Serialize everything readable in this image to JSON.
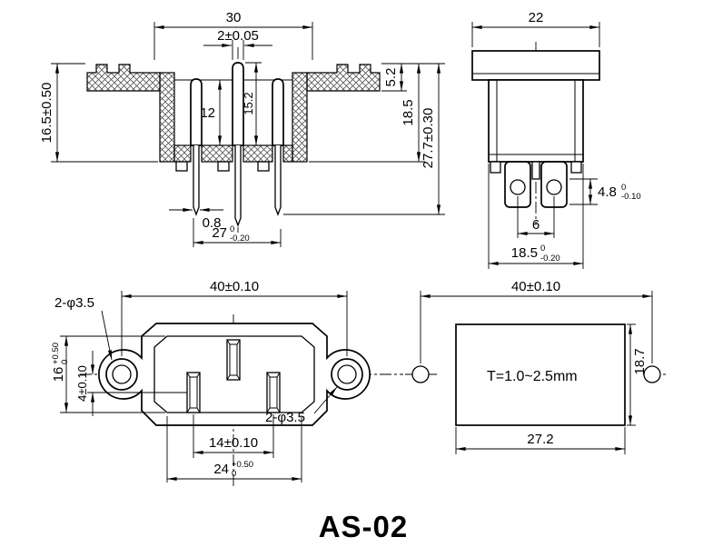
{
  "title": "AS-02",
  "side_section": {
    "d_width_top": "30",
    "d_pin_width": "2±0.05",
    "d_height_left": "16.5±0.50",
    "d_flange": "5.2",
    "d_body_depth": "18.5",
    "d_total_depth": "27.7±0.30",
    "d_pin12": "12",
    "d_pin152": "15.2",
    "d_tail": "0.8",
    "d_span27": {
      "main": "27",
      "upper": "0",
      "lower": "-0.20"
    }
  },
  "side_view": {
    "d_width": "22",
    "d_term": {
      "main": "4.8",
      "upper": "0",
      "lower": "-0.10"
    },
    "d_pitch": "6",
    "d_body": {
      "main": "18.5",
      "upper": "0",
      "lower": "-0.20"
    }
  },
  "front_view": {
    "d_mount": "40±0.10",
    "holes_label_top": "2-φ3.5",
    "d_height": {
      "main": "16",
      "upper": "+0.50",
      "lower": "0"
    },
    "d_offset": "4±0.10",
    "d_pin_pitch": "14±0.10",
    "d_opening": {
      "main": "24",
      "upper": "+0.50",
      "lower": "0"
    },
    "holes_label_bottom": "2-φ3.5"
  },
  "cutout_view": {
    "d_mount": "40±0.10",
    "thickness": "T=1.0~2.5mm",
    "d_height": "18.7",
    "d_width": "27.2"
  }
}
